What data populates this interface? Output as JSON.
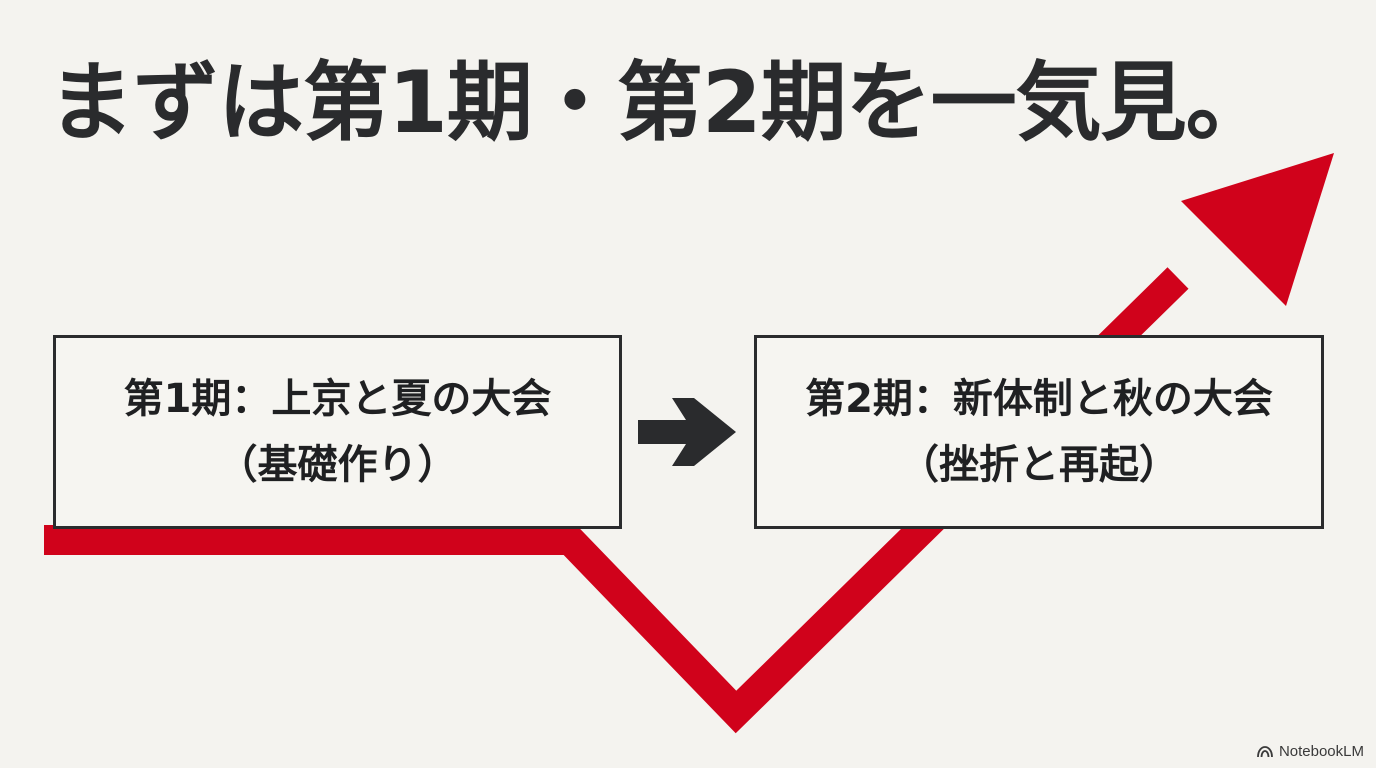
{
  "title": "まずは第1期・第2期を一気見。",
  "phases": [
    {
      "line1": "第1期：上京と夏の大会",
      "line2": "（基礎作り）"
    },
    {
      "line1": "第2期：新体制と秋の大会",
      "line2": "（挫折と再起）"
    }
  ],
  "connector_icon": "right-arrow-icon",
  "trend_icon": "trend-arrow-icon",
  "watermark": {
    "icon": "notebooklm-logo-icon",
    "text": "NotebookLM"
  },
  "colors": {
    "background": "#f4f3ef",
    "text": "#2a2b2d",
    "trend_line": "#d0021b"
  }
}
